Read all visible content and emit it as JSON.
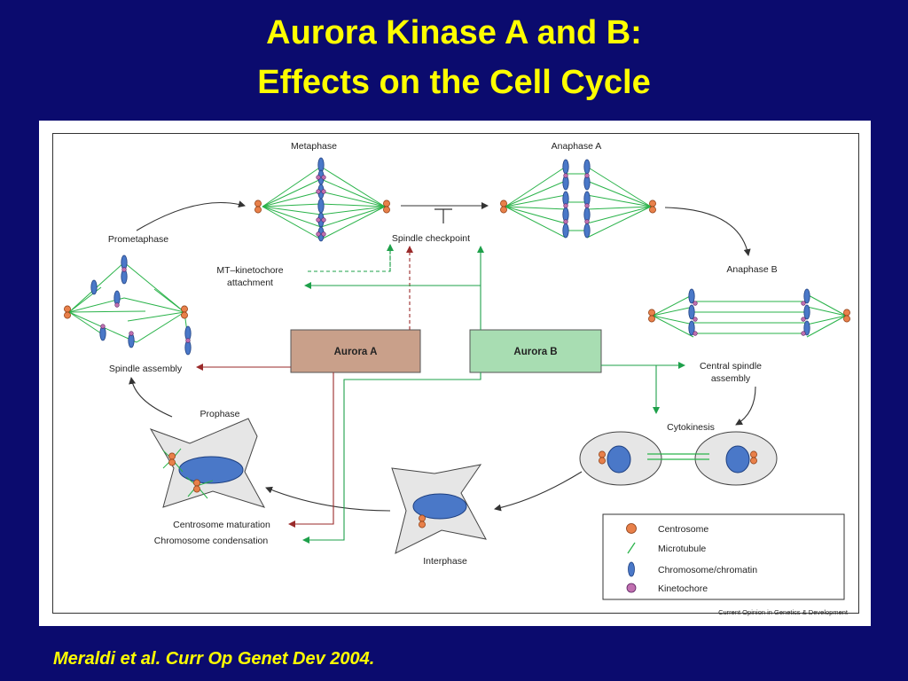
{
  "slide": {
    "title_line1": "Aurora Kinase A and B:",
    "title_line2": "Effects on the Cell Cycle",
    "citation": "Meraldi et al. Curr Op Genet Dev 2004."
  },
  "diagram": {
    "stages": {
      "metaphase": "Metaphase",
      "anaphase_a": "Anaphase A",
      "anaphase_b": "Anaphase B",
      "prometaphase": "Prometaphase",
      "prophase": "Prophase",
      "cytokinesis": "Cytokinesis",
      "interphase": "Interphase"
    },
    "processes": {
      "spindle_checkpoint": "Spindle checkpoint",
      "mt_kinetochore_line1": "MT–kinetochore",
      "mt_kinetochore_line2": "attachment",
      "spindle_assembly": "Spindle assembly",
      "central_spindle_line1": "Central spindle",
      "central_spindle_line2": "assembly",
      "centrosome_maturation": "Centrosome maturation",
      "chromosome_condensation": "Chromosome condensation"
    },
    "kinases": {
      "aurora_a": "Aurora A",
      "aurora_b": "Aurora B"
    },
    "legend": {
      "centrosome": "Centrosome",
      "microtubule": "Microtubule",
      "chromosome": "Chromosome/chromatin",
      "kinetochore": "Kinetochore"
    },
    "credit": "Current Opinion in Genetics & Development",
    "colors": {
      "aurora_a_fill": "#c9a08a",
      "aurora_a_line": "#9a2a2a",
      "aurora_b_fill": "#a8ddb2",
      "aurora_b_line": "#1ea04a",
      "microtubule": "#2ab34a",
      "chromosome": "#4a78c8",
      "centrosome": "#e8804a",
      "kinetochore": "#b050a0"
    }
  }
}
